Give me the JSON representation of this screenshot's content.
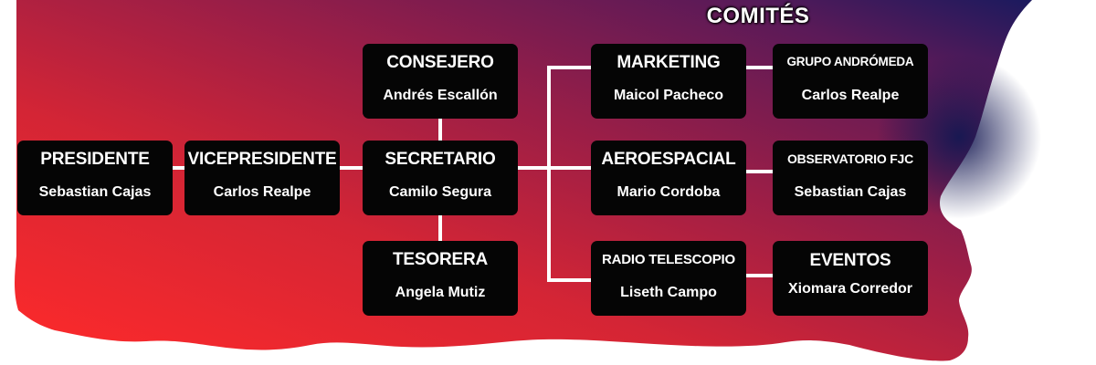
{
  "heading": "COMITÉS",
  "colors": {
    "gradient_red": "#ff2a2a",
    "gradient_crimson": "#b01e3f",
    "gradient_purple": "#5a1a58",
    "gradient_navy": "#1b1a5e",
    "box": "#050505",
    "connector": "#ffffff"
  },
  "nodes": {
    "presidente": {
      "role": "PRESIDENTE",
      "person": "Sebastian Cajas"
    },
    "vicepresidente": {
      "role": "VICEPRESIDENTE",
      "person": "Carlos Realpe"
    },
    "consejero": {
      "role": "CONSEJERO",
      "person": "Andrés Escallón"
    },
    "secretario": {
      "role": "SECRETARIO",
      "person": "Camilo Segura"
    },
    "tesorera": {
      "role": "TESORERA",
      "person": "Angela Mutiz"
    },
    "marketing": {
      "role": "MARKETING",
      "person": "Maicol Pacheco"
    },
    "aeroespacial": {
      "role": "AEROESPACIAL",
      "person": "Mario Cordoba"
    },
    "radio": {
      "role": "RADIO TELESCOPIO",
      "person": "Liseth Campo"
    },
    "andromeda": {
      "role": "GRUPO ANDRÓMEDA",
      "person": "Carlos Realpe"
    },
    "observatorio": {
      "role": "OBSERVATORIO FJC",
      "person": "Sebastian Cajas"
    },
    "eventos": {
      "role": "EVENTOS",
      "person": "Xiomara Corredor"
    }
  }
}
